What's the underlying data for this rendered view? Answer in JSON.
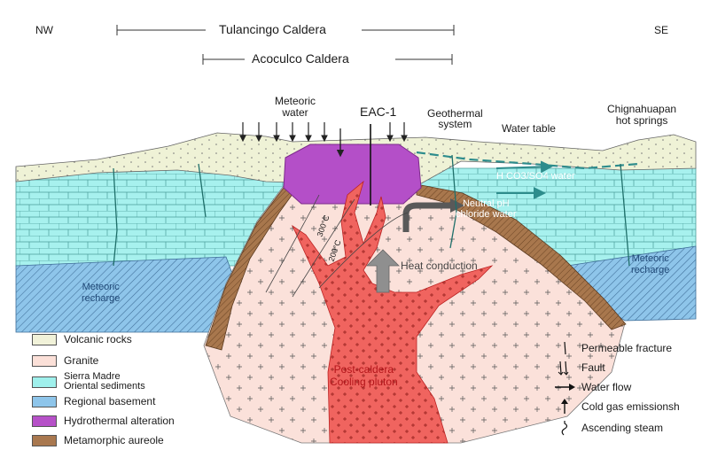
{
  "orientation": {
    "left": "NW",
    "right": "SE"
  },
  "calderas": {
    "tulancingo": "Tulancingo Caldera",
    "acoculco": "Acoculco Caldera"
  },
  "labels": {
    "meteoric_water": [
      "Meteoric",
      "water"
    ],
    "well": "EAC-1",
    "geothermal_system": [
      "Geothermal",
      "system"
    ],
    "chignahuapan": [
      "Chignahuapan",
      "hot springs"
    ],
    "water_table": "Water table",
    "h_co3_so4_water": "H CO3/SO4 water",
    "neutral_ph": [
      "Neutral pH",
      "chloride water"
    ],
    "isotherm_300": "300°C",
    "isotherm_200": "200°C",
    "heat_conduction": "Heat conduction",
    "meteoric_recharge_left": [
      "Meteoric",
      "recharge"
    ],
    "meteoric_recharge_right": [
      "Meteoric",
      "recharge"
    ],
    "pluton": [
      "Post-caldera",
      "Cooling pluton"
    ]
  },
  "legend": [
    {
      "label": "Volcanic rocks",
      "color": "#f1f2d9"
    },
    {
      "label": "Granite",
      "color": "#fbe0d8"
    },
    {
      "label": "Sierra Madre Oriental sediments",
      "color": "#9ff0ec"
    },
    {
      "label": "Regional basement",
      "color": "#8ec5ea"
    },
    {
      "label": "Hydrothermal alteration",
      "color": "#b651c8"
    },
    {
      "label": "Metamorphic aureole",
      "color": "#a9784f"
    }
  ],
  "symbols": [
    {
      "icon": "permeable-fracture-icon",
      "label": "Permeable fracture"
    },
    {
      "icon": "fault-icon",
      "label": "Fault"
    },
    {
      "icon": "water-flow-icon",
      "label": "Water flow"
    },
    {
      "icon": "cold-gas-icon",
      "label": "Cold gas emissionsh"
    },
    {
      "icon": "ascending-steam-icon",
      "label": "Ascending steam"
    }
  ]
}
